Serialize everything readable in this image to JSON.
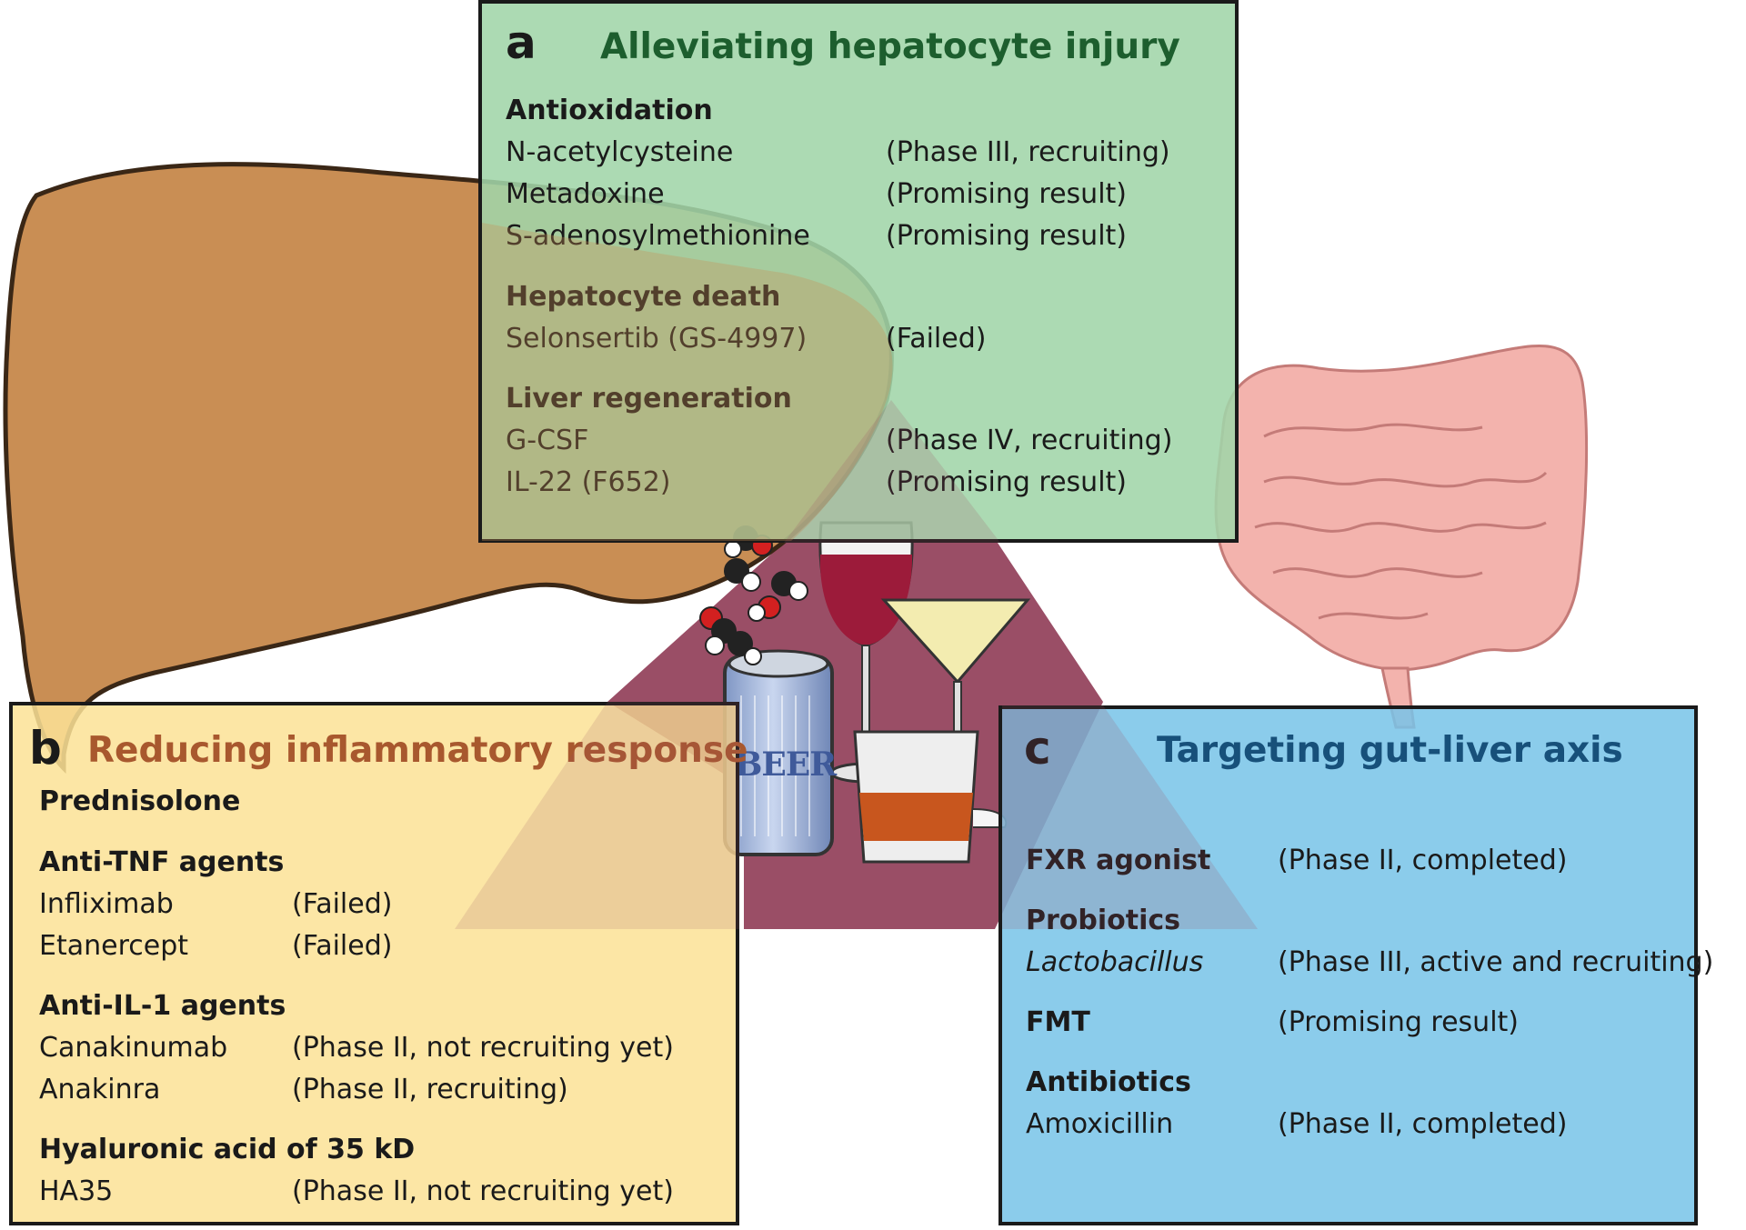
{
  "colors": {
    "panel_a": "#a6d8b0",
    "panel_b": "#fce39a",
    "panel_c": "#7fc7ea",
    "title_a": "#1d5e2e",
    "title_b": "#a8582e",
    "title_c": "#17507a",
    "liver": "#c98e54",
    "trapezoid": "#9a4e66",
    "intestine": "#f3b3ad"
  },
  "panel_a": {
    "letter": "a",
    "title": "Alleviating hepatocyte injury",
    "groups": [
      {
        "heading": "Antioxidation",
        "items": [
          {
            "name": "N-acetylcysteine",
            "status": "(Phase III, recruiting)"
          },
          {
            "name": "Metadoxine",
            "status": "(Promising result)"
          },
          {
            "name": "S-adenosylmethionine",
            "status": "(Promising result)"
          }
        ]
      },
      {
        "heading": "Hepatocyte death",
        "items": [
          {
            "name": "Selonsertib (GS-4997)",
            "status": "(Failed)"
          }
        ]
      },
      {
        "heading": "Liver regeneration",
        "items": [
          {
            "name": "G-CSF",
            "status": "(Phase IV, recruiting)"
          },
          {
            "name": "IL-22 (F652)",
            "status": "(Promising result)"
          }
        ]
      }
    ]
  },
  "panel_b": {
    "letter": "b",
    "title": "Reducing inflammatory response",
    "groups": [
      {
        "heading": "Prednisolone",
        "items": []
      },
      {
        "heading": "Anti-TNF agents",
        "items": [
          {
            "name": "Infliximab",
            "status": "(Failed)"
          },
          {
            "name": "Etanercept",
            "status": "(Failed)"
          }
        ]
      },
      {
        "heading": "Anti-IL-1 agents",
        "items": [
          {
            "name": "Canakinumab",
            "status": "(Phase II, not recruiting yet)"
          },
          {
            "name": "Anakinra",
            "status": "(Phase II, recruiting)"
          }
        ]
      },
      {
        "heading": "Hyaluronic acid of 35 kD",
        "items": [
          {
            "name": "HA35",
            "status": "(Phase II, not recruiting yet)"
          }
        ]
      }
    ]
  },
  "panel_c": {
    "letter": "c",
    "title": "Targeting gut-liver axis",
    "groups": [
      {
        "heading": "FXR agonist",
        "heading_status": "(Phase II, completed)",
        "items": []
      },
      {
        "heading": "Probiotics",
        "items": [
          {
            "name": "Lactobacillus",
            "status": "(Phase III, active and recruiting)",
            "italic": true
          }
        ]
      },
      {
        "heading": "FMT",
        "heading_status": "(Promising result)",
        "items": []
      },
      {
        "heading": "Antibiotics",
        "items": [
          {
            "name": "Amoxicillin",
            "status": "(Phase II, completed)"
          }
        ]
      }
    ]
  },
  "drinks": {
    "can_label": "BEER"
  }
}
